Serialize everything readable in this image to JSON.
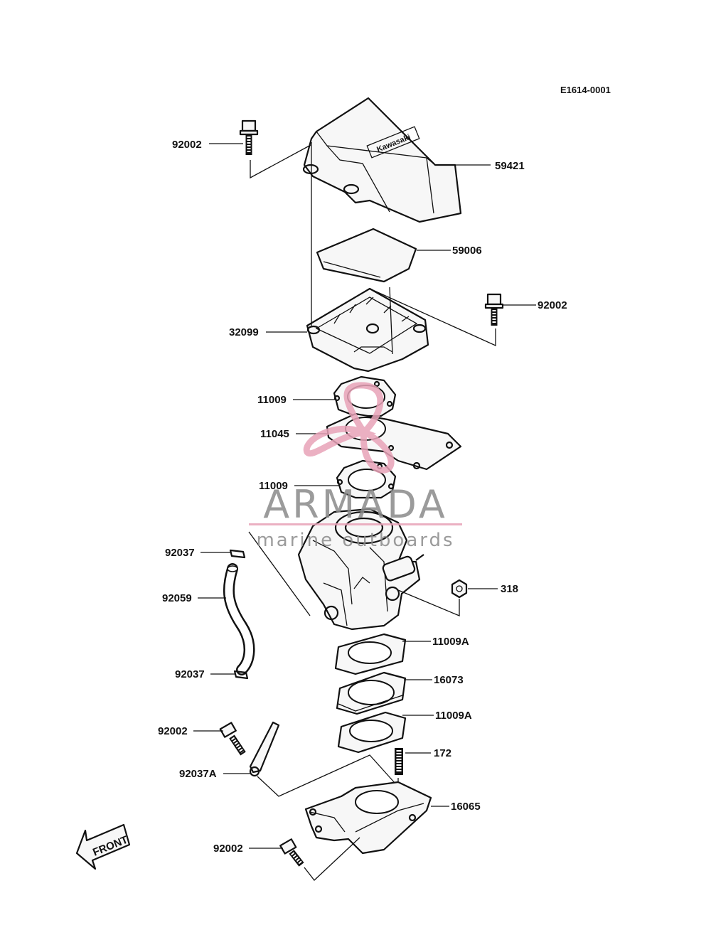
{
  "diagram_code": "E1614-0001",
  "watermark": {
    "brand": "ARMADA",
    "tagline": "marine outboards",
    "accent_color": "#e8a3b8"
  },
  "front_arrow": {
    "label": "FRONT"
  },
  "cover_marking": "Kawasaki",
  "parts": [
    {
      "id": "59421"
    },
    {
      "id": "92002"
    },
    {
      "id": "59006"
    },
    {
      "id": "92002"
    },
    {
      "id": "32099"
    },
    {
      "id": "11009"
    },
    {
      "id": "11045"
    },
    {
      "id": "11009"
    },
    {
      "id": "92037"
    },
    {
      "id": "318"
    },
    {
      "id": "92059"
    },
    {
      "id": "11009A"
    },
    {
      "id": "92037"
    },
    {
      "id": "16073"
    },
    {
      "id": "11009A"
    },
    {
      "id": "92002"
    },
    {
      "id": "172"
    },
    {
      "id": "92037A"
    },
    {
      "id": "16065"
    },
    {
      "id": "92002"
    }
  ],
  "colors": {
    "line": "#111111",
    "background": "#ffffff"
  }
}
